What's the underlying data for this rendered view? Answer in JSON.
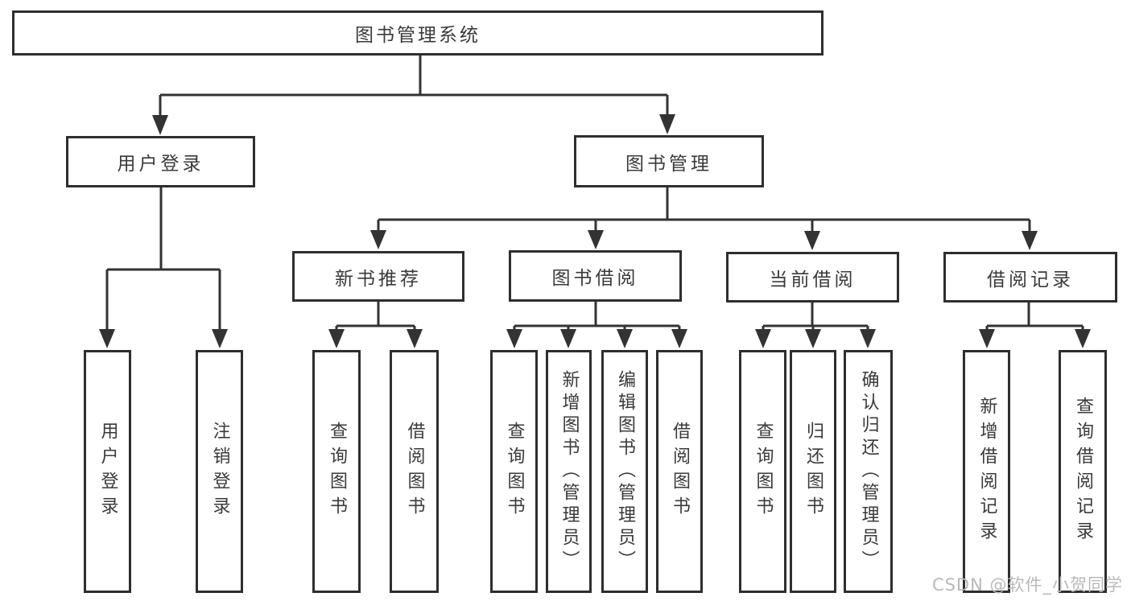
{
  "diagram": {
    "title": "图书管理系统",
    "tree": {
      "label": "图书管理系统",
      "children": [
        {
          "label": "用户登录",
          "children": [
            {
              "label": "用户登录"
            },
            {
              "label": "注销登录"
            }
          ]
        },
        {
          "label": "图书管理",
          "children": [
            {
              "label": "新书推荐",
              "children": [
                {
                  "label": "查询图书"
                },
                {
                  "label": "借阅图书"
                }
              ]
            },
            {
              "label": "图书借阅",
              "children": [
                {
                  "label": "查询图书"
                },
                {
                  "label": "新增图书（管理员）"
                },
                {
                  "label": "编辑图书（管理员）"
                },
                {
                  "label": "借阅图书"
                }
              ]
            },
            {
              "label": "当前借阅",
              "children": [
                {
                  "label": "查询图书"
                },
                {
                  "label": "归还图书"
                },
                {
                  "label": "确认归还（管理员）"
                }
              ]
            },
            {
              "label": "借阅记录",
              "children": [
                {
                  "label": "新增借阅记录"
                },
                {
                  "label": "查询借阅记录"
                }
              ]
            }
          ]
        }
      ]
    }
  },
  "watermark": "CSDN @软件_小贺同学",
  "colors": {
    "line": "#333333",
    "border": "#2e2e2e",
    "text": "#3a3a3a",
    "watermark_text": "#b9b9b9",
    "background": "#ffffff"
  }
}
